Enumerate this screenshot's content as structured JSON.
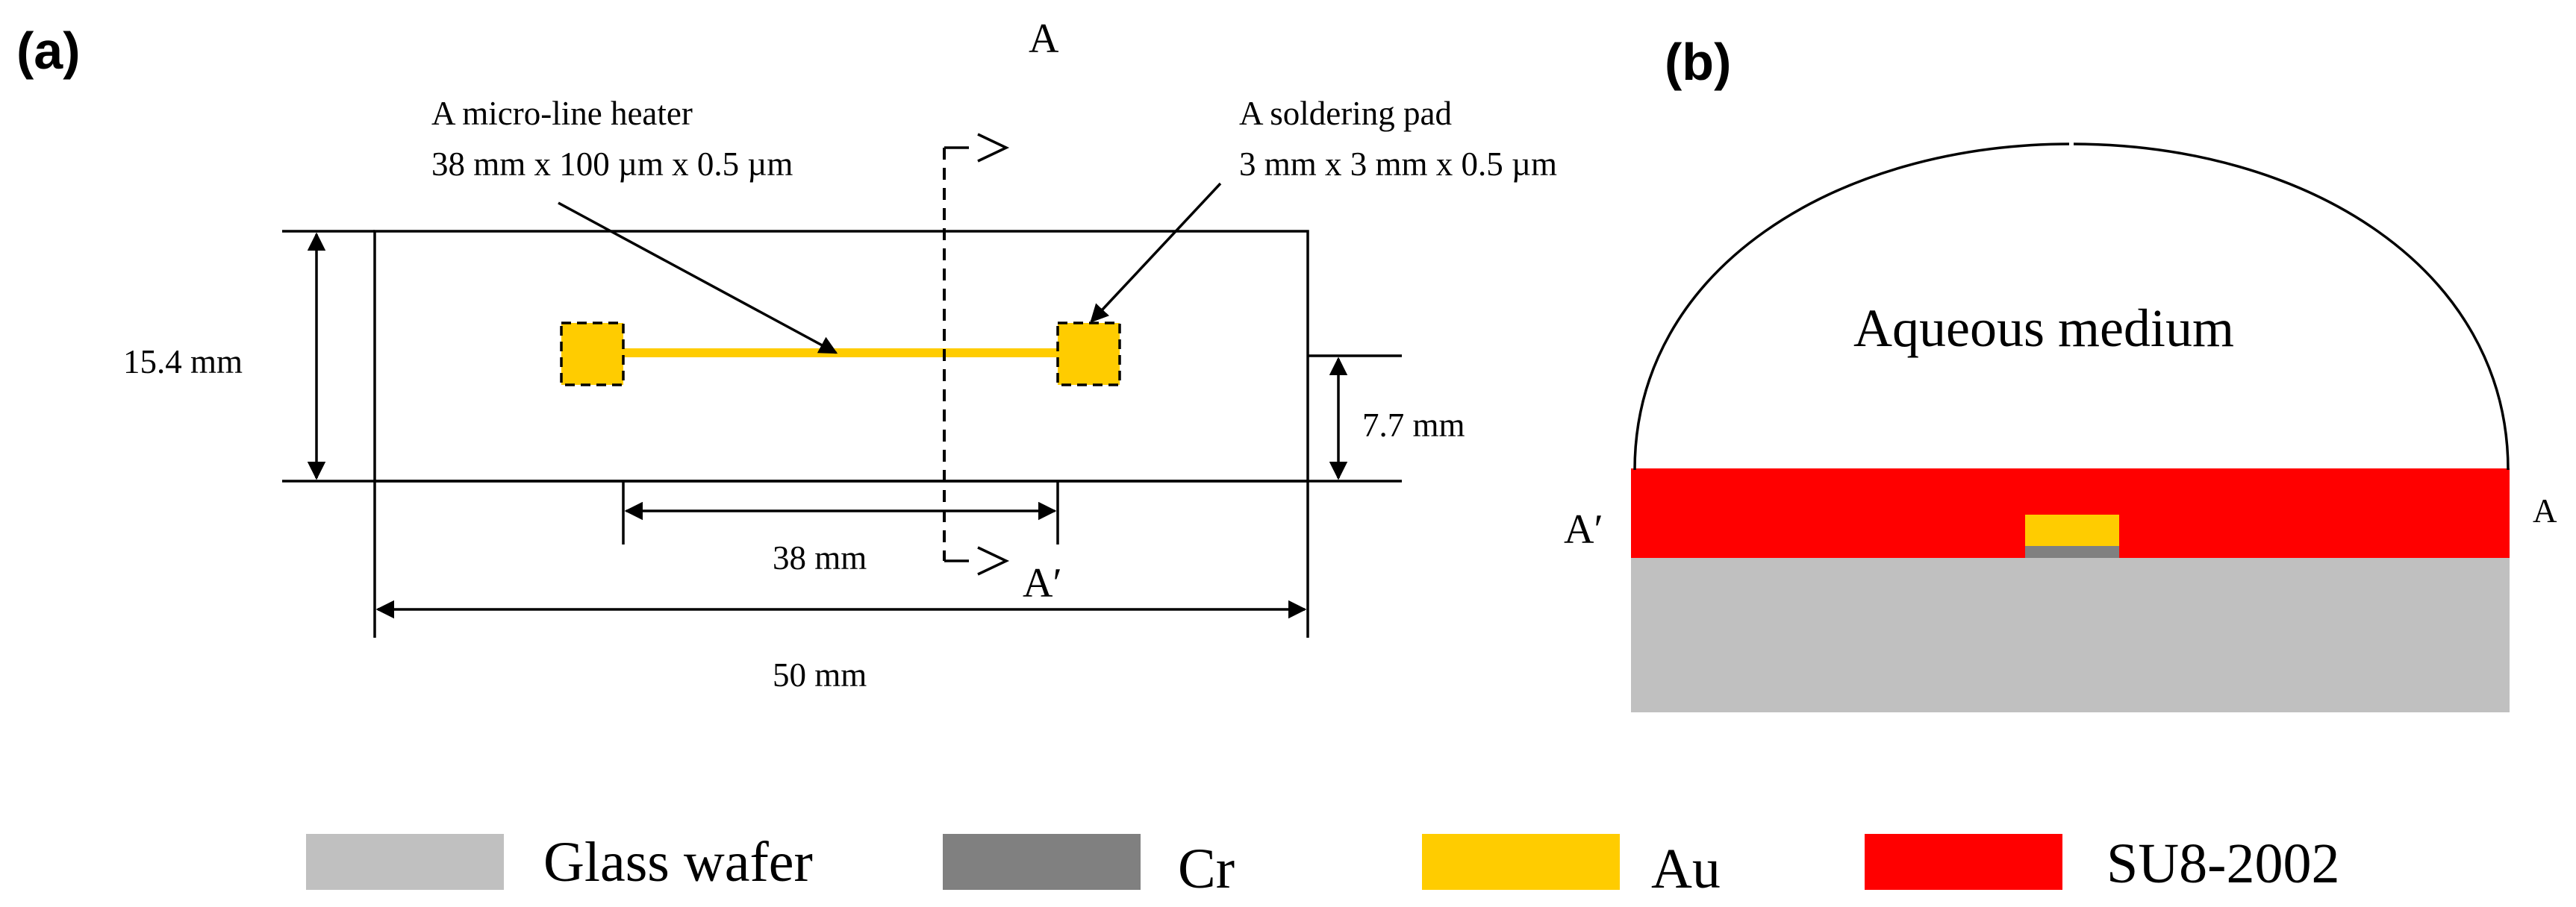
{
  "panel_a": {
    "label": "(a)",
    "section_top": "A",
    "section_bottom": "A′",
    "heater_label_line1": "A micro-line heater",
    "heater_label_line2": "38 mm x 100 µm x 0.5 µm",
    "pad_label_line1": "A soldering pad",
    "pad_label_line2": "3 mm x 3 mm x 0.5 µm",
    "dim_height": "15.4 mm",
    "dim_half_height": "7.7 mm",
    "dim_heater_length": "38 mm",
    "dim_width": "50 mm"
  },
  "panel_b": {
    "label": "(b)",
    "medium_label": "Aqueous medium",
    "left_label": "A′",
    "right_label": "A"
  },
  "legend": {
    "items": [
      {
        "name": "Glass wafer",
        "color": "#c0c0c0"
      },
      {
        "name": "Cr",
        "color": "#808080"
      },
      {
        "name": "Au",
        "color": "#ffcc00"
      },
      {
        "name": "SU8-2002",
        "color": "#ff0000"
      }
    ]
  },
  "colors": {
    "glass": "#c0c0c0",
    "cr": "#808080",
    "au": "#ffcc00",
    "su8": "#ff0000",
    "heater": "#ffcc00"
  }
}
